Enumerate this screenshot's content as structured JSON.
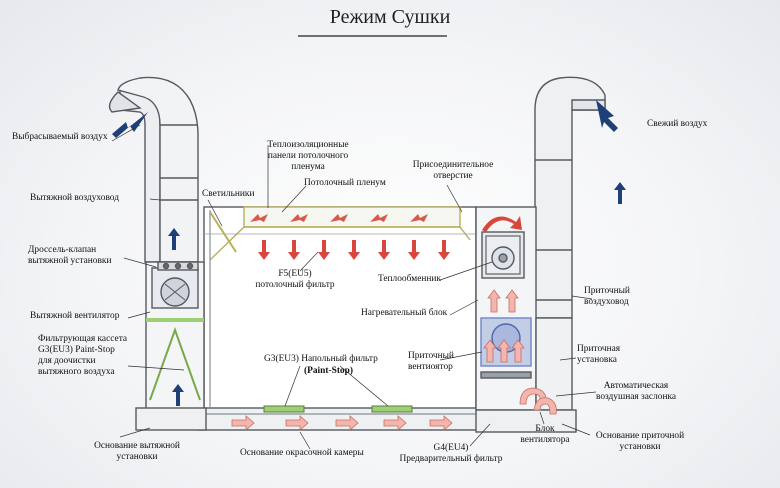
{
  "title": "Режим Сушки",
  "labels": {
    "exhaust_air": "Выбрасываемый воздух",
    "fresh_air": "Свежий воздух",
    "ceiling_panels": "Теплоизоляционные\nпанели потолочного\nпленума",
    "ceiling_plenum": "Потолочный пленум",
    "connection_hole": "Присоединительное\nотверстие",
    "exhaust_duct": "Вытяжной воздуховод",
    "lamps": "Светильники",
    "throttle_valve": "Дроссель-клапан\nвытяжной установки",
    "ceiling_filter": "F5(EU5)\nпотолочный фильтр",
    "heat_exchanger": "Теплообменник",
    "supply_duct": "Приточный\nвоздуховод",
    "exhaust_fan": "Вытяжной вентилятор",
    "heating_block": "Нагревательный блок",
    "filter_cassette": "Фильтрующая кассета\nG3(EU3) Paint-Stop\nдля доочистки\nвытяжного воздуха",
    "floor_filter": "G3(EU3) Напольный фильтр",
    "paint_stop": "(Paint-Stop)",
    "supply_fan": "Приточный\nвентиоятор",
    "supply_unit": "Приточная\nустановка",
    "auto_damper": "Автоматическая\nвоздушная заслонка",
    "exhaust_base": "Основание вытяжной\nустановки",
    "booth_base": "Основание окрасочной камеры",
    "prefilter": "G4(EU4)\nПредварительный фильтр",
    "fan_block": "Блок\nвентилятора",
    "supply_base": "Основание приточной\nустановки"
  },
  "colors": {
    "frame": "#555a60",
    "duct_fill": "#eceef1",
    "arrow_blue": "#1f3f78",
    "arrow_red": "#d9463c",
    "arrow_pink": "#f3b6ae",
    "filter_green": "#9fcf74",
    "booth_line": "#b8b05a",
    "fan_blue": "#6f86c9"
  },
  "icons": [
    "fan-icon",
    "arrow-up-icon",
    "arrow-down-icon",
    "arrow-right-icon",
    "swirl-arrow-icon",
    "valve-icon",
    "filter-icon"
  ]
}
